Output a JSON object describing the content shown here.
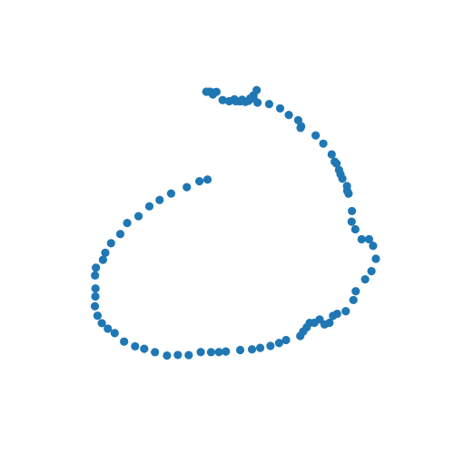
{
  "chart_data": {
    "type": "scatter",
    "title": "",
    "xlabel": "",
    "ylabel": "",
    "grid": false,
    "axes_visible": false,
    "xlim": [
      -1.2,
      1.2
    ],
    "ylim": [
      -1.2,
      1.2
    ],
    "marker_color": "#1f77b4",
    "series": [
      {
        "x": [
          -0.178,
          -0.154,
          -0.131,
          -0.133,
          -0.109,
          -0.067,
          -0.022,
          0.022,
          0.066,
          0.12,
          0.143,
          0.165,
          0.143,
          0.11,
          0.088,
          0.024,
          0.013,
          0.052,
          0.171,
          0.25,
          0.325,
          0.384,
          0.448,
          0.468,
          0.464,
          0.567,
          0.619,
          0.676,
          0.697,
          0.709,
          0.726,
          0.736,
          0.749,
          0.78,
          0.782,
          0.791,
          0.814,
          0.812,
          0.837,
          0.88,
          0.931,
          0.958,
          0.977,
          0.947,
          0.904,
          0.84,
          0.824,
          0.772,
          0.713,
          0.685,
          0.661,
          0.627,
          0.594,
          0.558,
          0.526,
          0.506,
          0.482,
          0.462,
          0.365,
          0.318,
          0.259,
          0.189,
          0.133,
          0.053,
          -0.045,
          -0.092,
          -0.146,
          -0.216,
          -0.298,
          -0.372,
          -0.446,
          -0.528,
          -0.601,
          -0.663,
          -0.738,
          -0.802,
          -0.849,
          -0.89,
          -0.919,
          -0.937,
          -0.934,
          -0.933,
          -0.936,
          -0.93,
          -0.882,
          -0.866,
          -0.827,
          -0.764,
          -0.717,
          -0.64,
          -0.566,
          -0.496,
          -0.418,
          -0.311,
          -0.225,
          -0.17
        ],
        "y": [
          0.941,
          0.941,
          0.935,
          0.922,
          0.94,
          0.883,
          0.875,
          0.876,
          0.885,
          0.894,
          0.915,
          0.952,
          0.896,
          0.878,
          0.87,
          0.875,
          0.888,
          0.874,
          0.865,
          0.855,
          0.825,
          0.779,
          0.743,
          0.701,
          0.689,
          0.637,
          0.58,
          0.505,
          0.454,
          0.441,
          0.396,
          0.367,
          0.336,
          0.285,
          0.252,
          0.232,
          0.111,
          0.037,
          -0.016,
          -0.085,
          -0.085,
          -0.131,
          -0.221,
          -0.307,
          -0.364,
          -0.447,
          -0.508,
          -0.586,
          -0.604,
          -0.618,
          -0.666,
          -0.678,
          -0.643,
          -0.666,
          -0.667,
          -0.698,
          -0.727,
          -0.758,
          -0.786,
          -0.807,
          -0.827,
          -0.841,
          -0.851,
          -0.856,
          -0.866,
          -0.87,
          -0.871,
          -0.87,
          -0.891,
          -0.89,
          -0.894,
          -0.871,
          -0.847,
          -0.83,
          -0.797,
          -0.738,
          -0.707,
          -0.669,
          -0.617,
          -0.551,
          -0.483,
          -0.428,
          -0.337,
          -0.283,
          -0.228,
          -0.179,
          -0.113,
          -0.049,
          0.028,
          0.075,
          0.144,
          0.188,
          0.233,
          0.277,
          0.318,
          0.33
        ]
      }
    ]
  }
}
